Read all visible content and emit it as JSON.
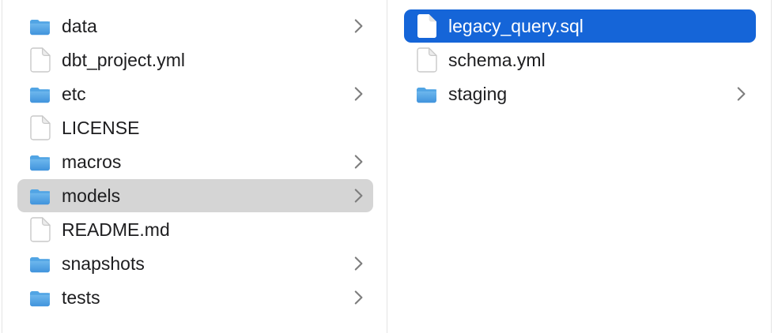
{
  "app": "finder-column-browser",
  "colors": {
    "selection_active": "#1565d8",
    "selection_inactive": "#d5d5d5",
    "divider": "#e4e4e4",
    "text": "#1d1d1f",
    "text_selected": "#ffffff",
    "chevron": "#7d7d7d",
    "folder_top": "#7cc3f3",
    "folder_bottom": "#4093dc",
    "folder_tab": "#4ba0e2",
    "file_stroke": "#c9c9c9",
    "file_fill": "#ffffff",
    "file_fold": "#ececec"
  },
  "columns": [
    {
      "name": "parent-folder-column",
      "items": [
        {
          "label": "data",
          "type": "folder",
          "icon": "folder-icon",
          "chevron": true,
          "selected": false
        },
        {
          "label": "dbt_project.yml",
          "type": "file",
          "icon": "file-icon",
          "chevron": false,
          "selected": false
        },
        {
          "label": "etc",
          "type": "folder",
          "icon": "folder-icon",
          "chevron": true,
          "selected": false
        },
        {
          "label": "LICENSE",
          "type": "file",
          "icon": "file-icon",
          "chevron": false,
          "selected": false
        },
        {
          "label": "macros",
          "type": "folder",
          "icon": "folder-icon",
          "chevron": true,
          "selected": false
        },
        {
          "label": "models",
          "type": "folder",
          "icon": "folder-icon",
          "chevron": true,
          "selected": true,
          "selection_style": "inactive"
        },
        {
          "label": "README.md",
          "type": "file",
          "icon": "file-icon",
          "chevron": false,
          "selected": false
        },
        {
          "label": "snapshots",
          "type": "folder",
          "icon": "folder-icon",
          "chevron": true,
          "selected": false
        },
        {
          "label": "tests",
          "type": "folder",
          "icon": "folder-icon",
          "chevron": true,
          "selected": false
        }
      ]
    },
    {
      "name": "models-contents-column",
      "items": [
        {
          "label": "legacy_query.sql",
          "type": "file",
          "icon": "file-icon",
          "chevron": false,
          "selected": true,
          "selection_style": "active"
        },
        {
          "label": "schema.yml",
          "type": "file",
          "icon": "file-icon",
          "chevron": false,
          "selected": false
        },
        {
          "label": "staging",
          "type": "folder",
          "icon": "folder-icon",
          "chevron": true,
          "selected": false
        }
      ]
    }
  ]
}
